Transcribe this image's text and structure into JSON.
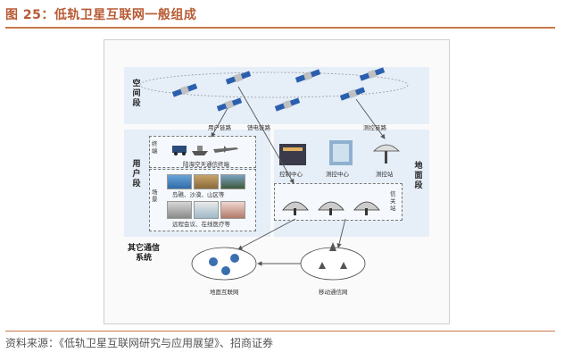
{
  "figure": {
    "title": "图 25：低轨卫星互联网一般组成",
    "source": "资料来源：《低轨卫星互联网研究与应用展望》、招商证券"
  },
  "segments": {
    "space": "空间段",
    "user": "用户段",
    "ground": "地面段",
    "other": "其它通信系统"
  },
  "links": {
    "user_link": "用户链路",
    "feeder_link": "馈电链路",
    "tt_link": "测控链路"
  },
  "user": {
    "terminal": "终端",
    "terminal_caption": "陆海空天通信终端",
    "scene": "场景",
    "scene_caption_1": "岛礁、沙漠、山区等",
    "scene_caption_2": "远程会议、在线医疗等"
  },
  "ground": {
    "control_center": "控制中心",
    "tt_center": "测控中心",
    "tt_station": "测控站",
    "gateway": "信关站"
  },
  "other": {
    "terrestrial": "地面互联网",
    "mobile": "移动通信网"
  },
  "colors": {
    "title": "#b85a33",
    "rule": "#c8784c",
    "band": "#e6eef8",
    "satellite_panel": "#2a5fae",
    "arrow": "#555555"
  }
}
